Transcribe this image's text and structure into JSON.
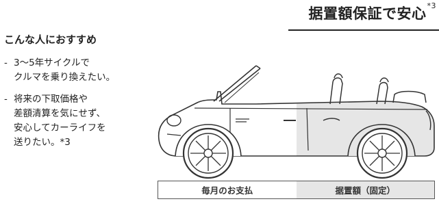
{
  "headline": {
    "text": "据置額保証で安心",
    "note": "*3"
  },
  "intro": "こんな人におすすめ",
  "bullets": [
    {
      "dash": "-",
      "lines": [
        "3〜5年サイクルで",
        "クルマを乗り換えたい。"
      ]
    },
    {
      "dash": "-",
      "lines": [
        "将来の下取価格や",
        "差額清算を気にせず、",
        "安心してカーライフを",
        "送りたい。*3"
      ]
    }
  ],
  "legend": {
    "monthly": "毎月のお支払",
    "residual": "据置額（固定）"
  },
  "colors": {
    "text": "#222222",
    "shade": "#e6e6e6",
    "line": "#333333"
  },
  "illustration": {
    "icon": "convertible-car-icon",
    "residual_share": 0.5
  }
}
